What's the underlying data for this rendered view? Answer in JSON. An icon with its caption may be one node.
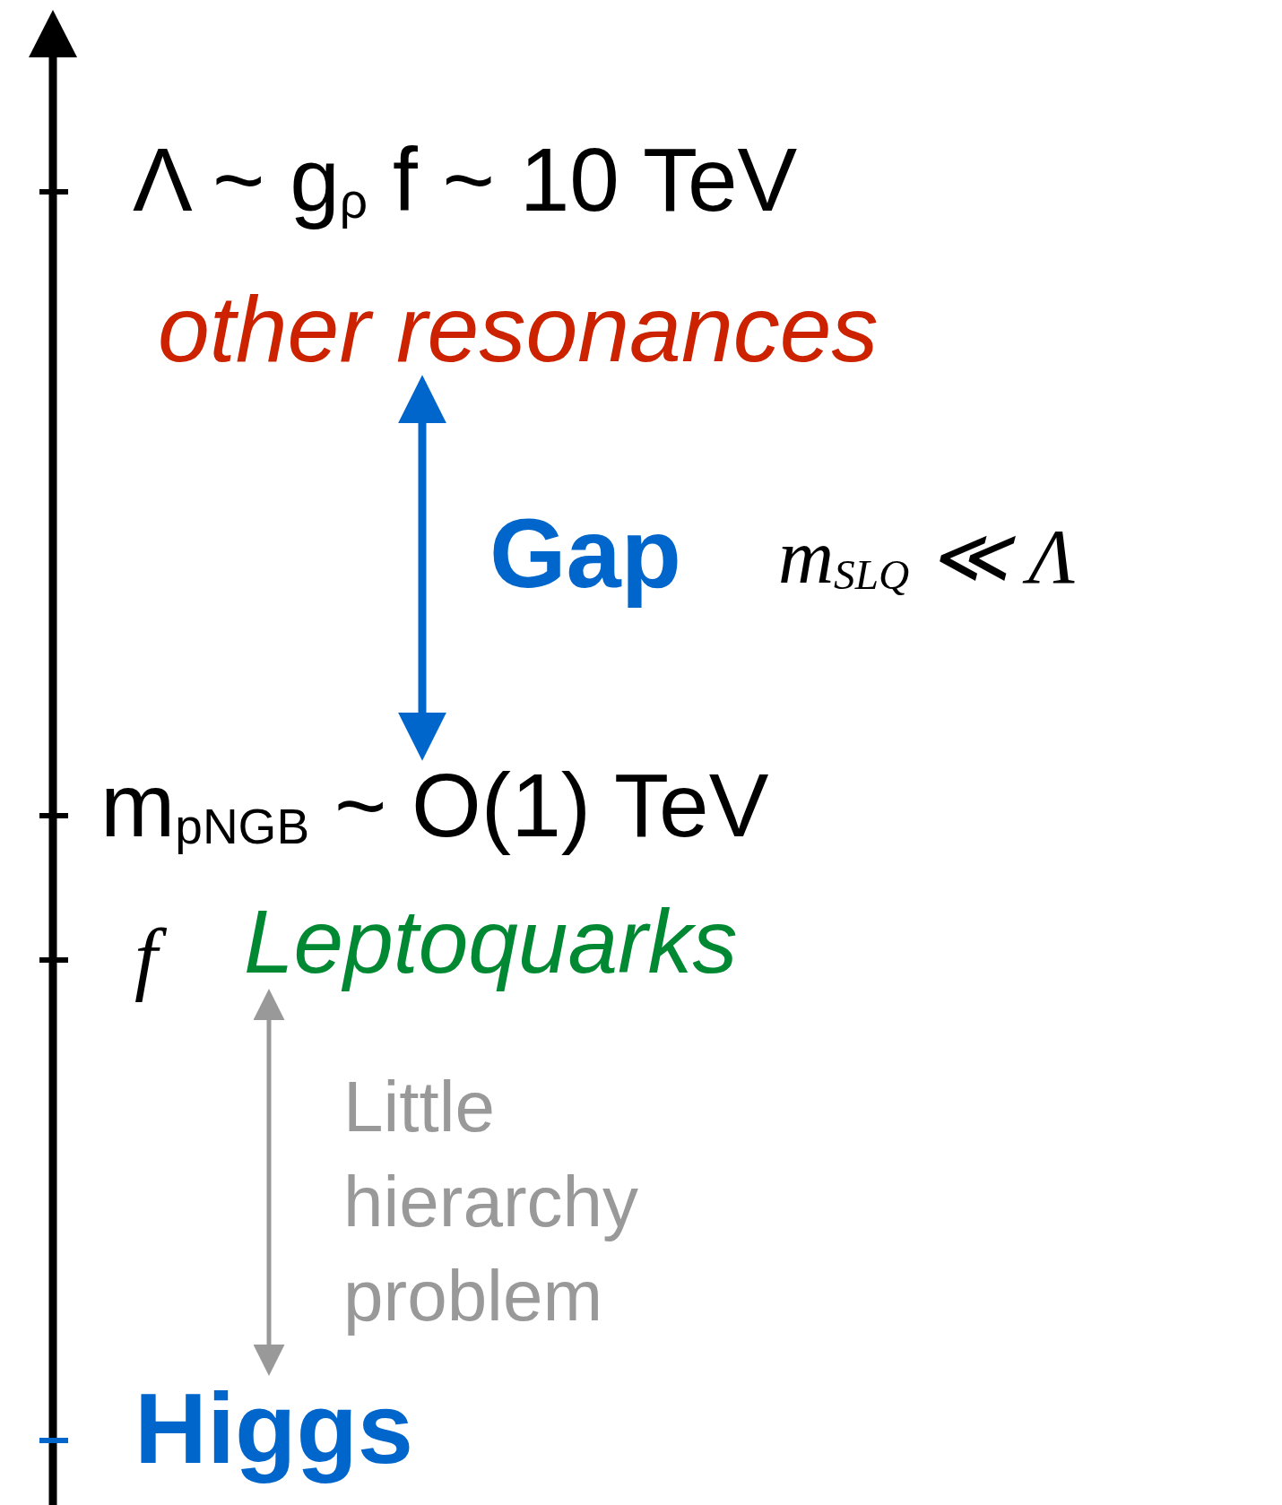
{
  "diagram": {
    "nodes": [
      {
        "text": [
          "other resonances"
        ]
      },
      {
        "text": [
          "m$_{pNGB}$ ~ O(1) TeV"
        ]
      },
      {
        "text": [
          "Leptoquarks"
        ]
      },
      {
        "text": [
          "Higgs"
        ]
      }
    ],
    "edges": [
      {
        "from": 0,
        "to": 1,
        "arrow": "both",
        "label": "Gap",
        "style": "thick",
        "color": "#0066cc"
      },
      {
        "from": 2,
        "to": 3,
        "arrow": "both",
        "label": "Little hierarchy problem",
        "color": "#999999"
      }
    ],
    "labels": [
      "Λ ~ g$_{ρ}$ f ~ 10 TeV",
      "m$_{SLQ}$ ≪ Λ",
      "f"
    ]
  }
}
